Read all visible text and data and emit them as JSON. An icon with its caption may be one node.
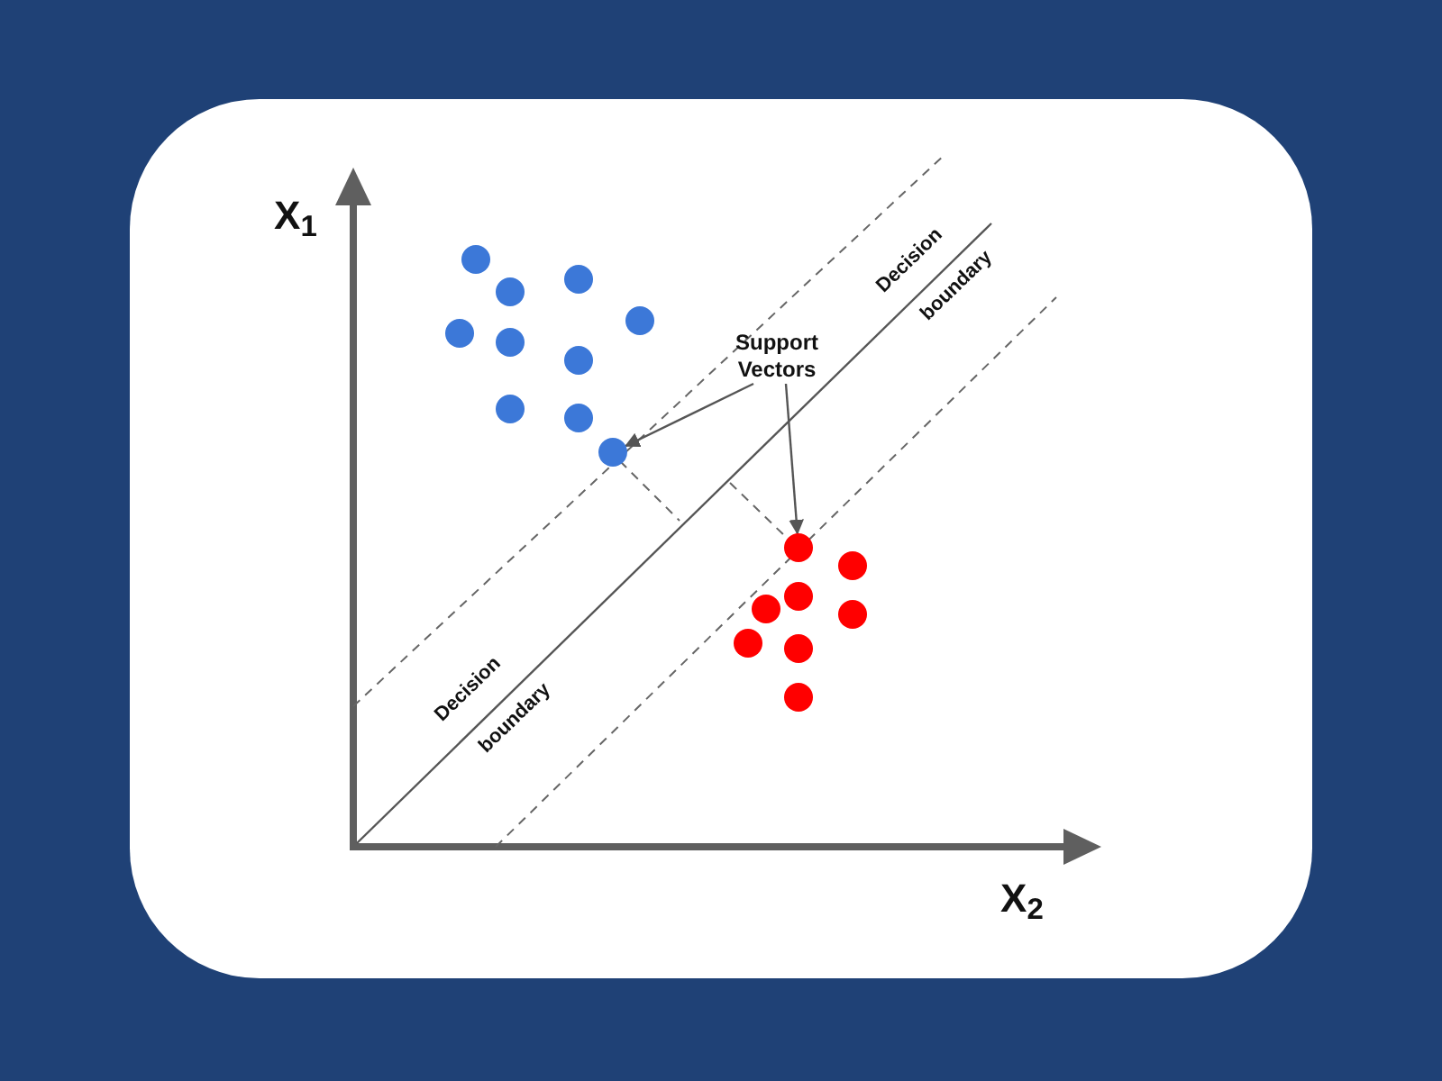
{
  "diagram": {
    "nodes": [
      {
        "text": [
          "Support Vectors"
        ]
      },
      {
        "text": [],
        "shape": "circle"
      },
      {
        "text": [],
        "shape": "circle"
      }
    ],
    "edges": [
      {
        "from": 0,
        "to": 1,
        "arrow": "to"
      },
      {
        "from": 0,
        "to": 2,
        "arrow": "to"
      }
    ],
    "labels": [
      "X$_{1}$",
      "Decision",
      "boundary",
      "Decision",
      "boundary",
      "X$_{2}$"
    ]
  }
}
